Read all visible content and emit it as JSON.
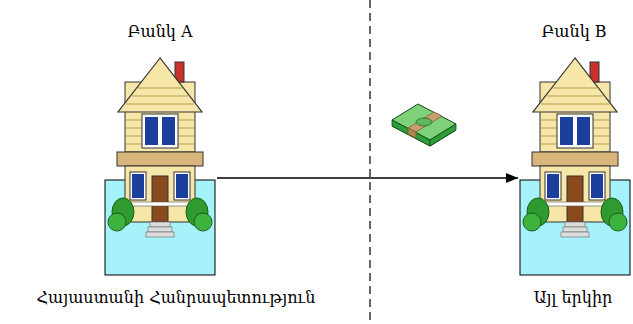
{
  "diagram": {
    "nodes": [
      {
        "text": [
          "Բանկ A"
        ]
      },
      {
        "text": [
          "Բանկ B"
        ]
      }
    ],
    "edges": [
      {
        "from": 0,
        "to": 1,
        "arrow": "to"
      }
    ],
    "labels": [
      "Հայաստանի Հանրապետություն",
      "Այլ երկիր"
    ]
  }
}
